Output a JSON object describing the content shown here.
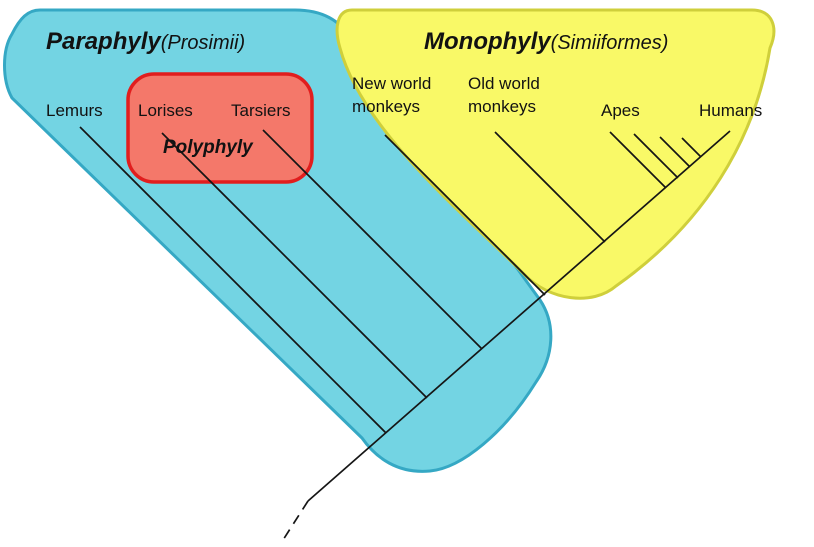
{
  "regions": {
    "paraphyly": {
      "label": "Paraphyly",
      "sub": "(Prosimii)",
      "fill": "#73d4e3",
      "stroke": "#35a8c4"
    },
    "monophyly": {
      "label": "Monophyly",
      "sub": "(Simiiformes)",
      "fill": "#f9f967",
      "stroke": "#cfcf3b"
    },
    "polyphyly": {
      "label": "Polyphyly",
      "fill": "#f4786a",
      "stroke": "#e11e1e"
    }
  },
  "taxa": [
    {
      "label": "Lemurs"
    },
    {
      "label": "Lorises"
    },
    {
      "label": "Tarsiers"
    },
    {
      "label": "New world monkeys"
    },
    {
      "label": "Old world monkeys"
    },
    {
      "label": "Apes"
    },
    {
      "label": "Humans"
    }
  ],
  "tree": {
    "line_color": "#151515"
  }
}
